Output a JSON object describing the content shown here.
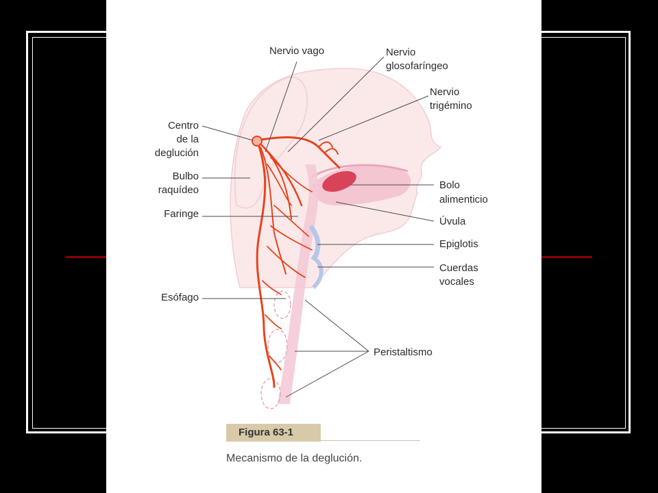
{
  "colors": {
    "background": "#000000",
    "frame": "#ffffff",
    "accent_line": "#8b0000",
    "nerve": "#e8431a",
    "tissue": "#f6d6dc",
    "bolus": "#d9435a",
    "cartilage": "#b8c6e8"
  },
  "diagram": {
    "labels": {
      "nervio_vago": "Nervio vago",
      "nervio_gloso_1": "Nervio",
      "nervio_gloso_2": "glosofaríngeo",
      "nervio_trig_1": "Nervio",
      "nervio_trig_2": "trigémino",
      "centro_1": "Centro",
      "centro_2": "de la",
      "centro_3": "deglución",
      "bulbo_1": "Bulbo",
      "bulbo_2": "raquídeo",
      "faringe": "Faringe",
      "bolo_1": "Bolo",
      "bolo_2": "alimenticio",
      "uvula": "Úvula",
      "epiglotis": "Epiglotis",
      "cuerdas_1": "Cuerdas",
      "cuerdas_2": "vocales",
      "esofago": "Esófago",
      "peristaltismo": "Peristaltismo"
    },
    "figure_tag": "Figura 63-1",
    "caption": "Mecanismo de la deglución."
  }
}
